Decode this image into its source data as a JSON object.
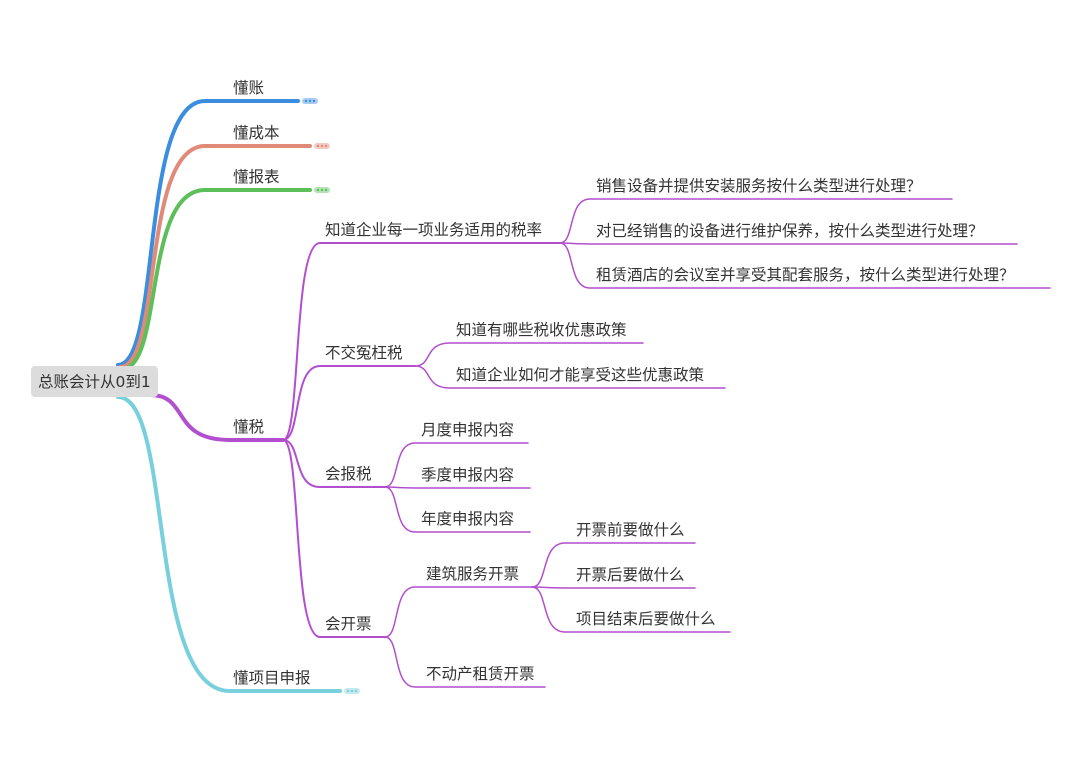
{
  "root": {
    "label": "总账会计从0到1"
  },
  "colors": {
    "blue": "#3b8de0",
    "salmon": "#e08a78",
    "green": "#5cbf5a",
    "purple": "#b24fcf",
    "cyan": "#77d0dc",
    "text": "#333333"
  },
  "branches": {
    "dongzhang": {
      "label": "懂账",
      "collapsed": true
    },
    "dongchengben": {
      "label": "懂成本",
      "collapsed": true
    },
    "dongbaobiao": {
      "label": "懂报表",
      "collapsed": true
    },
    "dongshui": {
      "label": "懂税",
      "children": {
        "shuilv": {
          "label": "知道企业每一项业务适用的税率",
          "children": [
            "销售设备并提供安装服务按什么类型进行处理？",
            "对已经销售的设备进行维护保养，按什么类型进行处理？",
            "租赁酒店的会议室并享受其配套服务，按什么类型进行处理？"
          ]
        },
        "yuanwang": {
          "label": "不交冤枉税",
          "children": [
            "知道有哪些税收优惠政策",
            "知道企业如何才能享受这些优惠政策"
          ]
        },
        "baoshui": {
          "label": "会报税",
          "children": [
            "月度申报内容",
            "季度申报内容",
            "年度申报内容"
          ]
        },
        "kaipiao": {
          "label": "会开票",
          "jianzhu": {
            "label": "建筑服务开票",
            "children": [
              "开票前要做什么",
              "开票后要做什么",
              "项目结束后要做什么"
            ]
          },
          "budongchan": {
            "label": "不动产租赁开票"
          }
        }
      }
    },
    "xiangmu": {
      "label": "懂项目申报",
      "collapsed": true
    }
  }
}
